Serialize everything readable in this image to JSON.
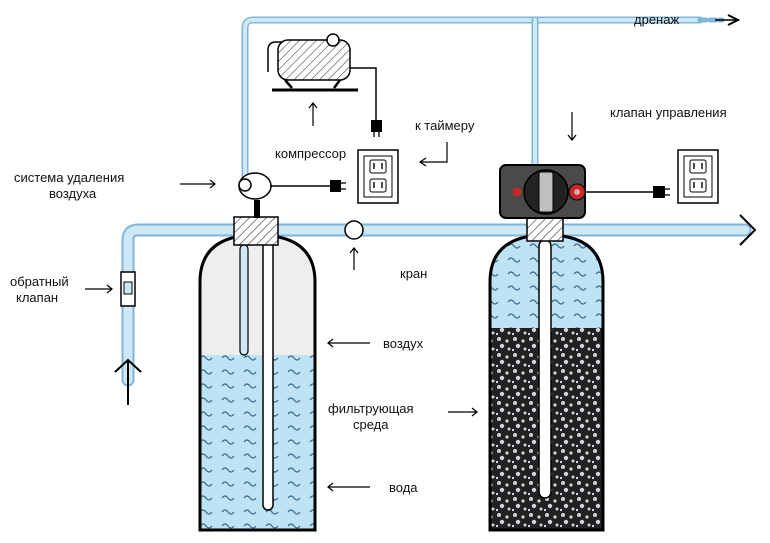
{
  "labels": {
    "drain": "дренаж",
    "control_valve": "клапан управления",
    "to_timer": "к таймеру",
    "compressor": "компрессор",
    "air_release_line1": "система удаления",
    "air_release_line2": "воздуха",
    "check_valve_line1": "обратный",
    "check_valve_line2": "клапан",
    "tap": "кран",
    "air": "воздух",
    "filter_media_line1": "фильтрующая",
    "filter_media_line2": "среда",
    "water": "вода"
  },
  "colors": {
    "pipe_fill": "#cfe8f6",
    "pipe_edge": "#7fb6d9",
    "water": "#bde3f5",
    "wave": "#3f6f8e",
    "tank_outline": "#000000",
    "fitting": "#8a8a8a",
    "media": "#2a2a2a",
    "valve_body": "#4a4a4a",
    "indicator": "#c2292b"
  }
}
